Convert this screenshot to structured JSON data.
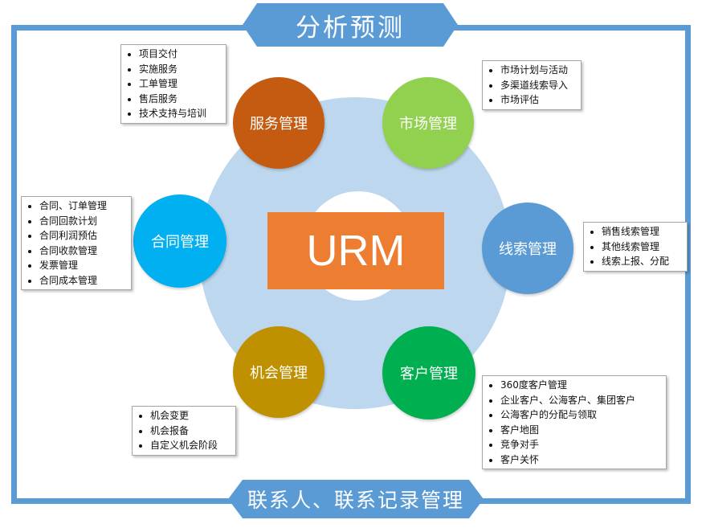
{
  "title": "分析预测",
  "footer": "联系人、联系记录管理",
  "center": "URM",
  "nodes": [
    {
      "label": "服务管理",
      "color": "#c55a11"
    },
    {
      "label": "市场管理",
      "color": "#92d050"
    },
    {
      "label": "线索管理",
      "color": "#5b9bd5"
    },
    {
      "label": "客户管理",
      "color": "#00b050"
    },
    {
      "label": "机会管理",
      "color": "#bf9000"
    },
    {
      "label": "合同管理",
      "color": "#00b0f0"
    }
  ],
  "lists": {
    "service": [
      "项目交付",
      "实施服务",
      "工单管理",
      "售后服务",
      "技术支持与培训"
    ],
    "market": [
      "市场计划与活动",
      "多渠道线索导入",
      "市场评估"
    ],
    "lead": [
      "销售线索管理",
      "其他线索管理",
      "线索上报、分配"
    ],
    "customer": [
      "360度客户管理",
      "企业客户、公海客户、集团客户",
      "公海客户的分配与领取",
      "客户地图",
      "竞争对手",
      "客户关怀"
    ],
    "opportunity": [
      "机会变更",
      "机会报备",
      "自定义机会阶段"
    ],
    "contract": [
      "合同、订单管理",
      "合同回款计划",
      "合同利润预估",
      "合同收款管理",
      "发票管理",
      "合同成本管理"
    ]
  }
}
